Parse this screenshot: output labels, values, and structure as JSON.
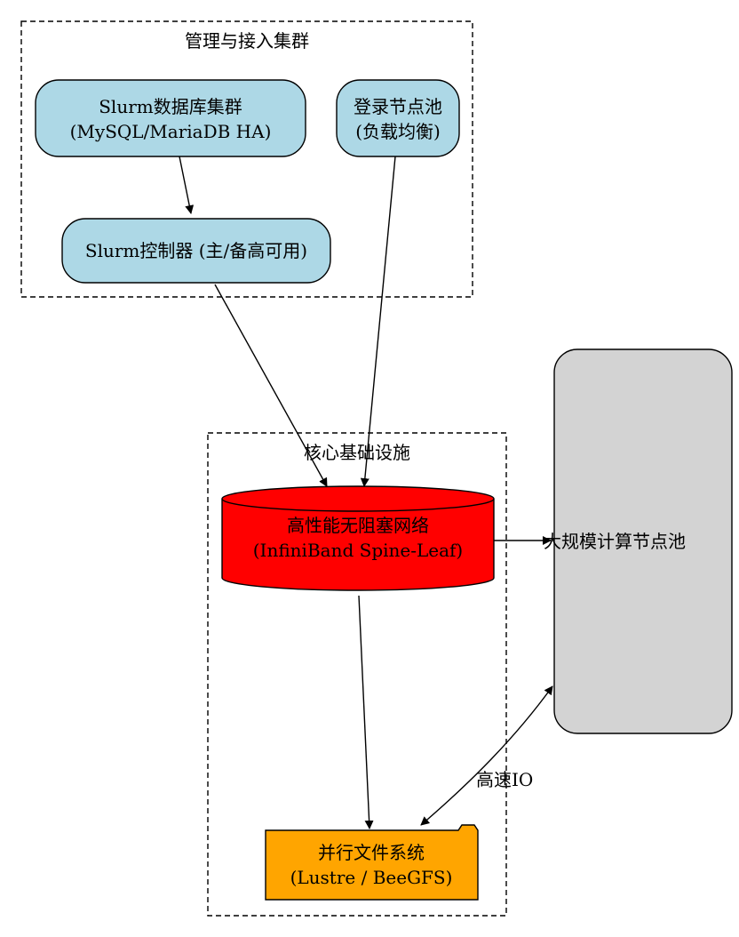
{
  "diagram": {
    "clusters": {
      "management": {
        "label": "管理与接入集群"
      },
      "core": {
        "label": "核心基础设施"
      }
    },
    "nodes": {
      "slurm_db": {
        "line1": "Slurm数据库集群",
        "line2": "(MySQL/MariaDB HA)",
        "fill": "#add8e6"
      },
      "login_pool": {
        "line1": "登录节点池",
        "line2": "(负载均衡)",
        "fill": "#add8e6"
      },
      "slurm_ctl": {
        "line1": "Slurm控制器 (主/备高可用)",
        "fill": "#add8e6"
      },
      "ib_network": {
        "line1": "高性能无阻塞网络",
        "line2": "(InfiniBand Spine-Leaf)",
        "fill": "#ff0000"
      },
      "compute_pool": {
        "line1": "大规模计算节点池",
        "fill": "#d3d3d3"
      },
      "parallel_fs": {
        "line1": "并行文件系统",
        "line2": "(Lustre / BeeGFS)",
        "fill": "#ffa500"
      }
    },
    "edges": {
      "storage_io": {
        "label": "高速IO"
      }
    }
  }
}
